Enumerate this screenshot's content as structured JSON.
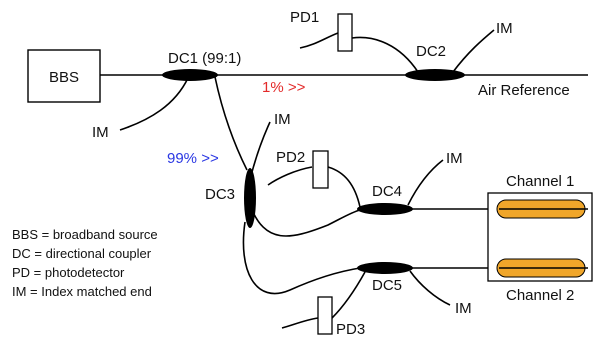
{
  "components": {
    "source_box": "BBS",
    "dc1": "DC1 (99:1)",
    "dc2": "DC2",
    "dc3": "DC3",
    "dc4": "DC4",
    "dc5": "DC5",
    "pd1": "PD1",
    "pd2": "PD2",
    "pd3": "PD3",
    "im_dc1": "IM",
    "im_dc2": "IM",
    "im_dc3": "IM",
    "im_dc4": "IM",
    "im_dc5": "IM"
  },
  "signals": {
    "one_percent": "1% >>",
    "one_percent_color": "#e32a2a",
    "ninety_nine_percent": "99% >>",
    "ninety_nine_percent_color": "#2a37e3"
  },
  "outputs": {
    "air_reference": "Air Reference",
    "channel_1": "Channel 1",
    "channel_2": "Channel 2",
    "channel_color": "#f0a62a"
  },
  "legend": [
    "BBS = broadband source",
    "DC = directional coupler",
    "PD = photodetector",
    "IM = Index matched end"
  ]
}
